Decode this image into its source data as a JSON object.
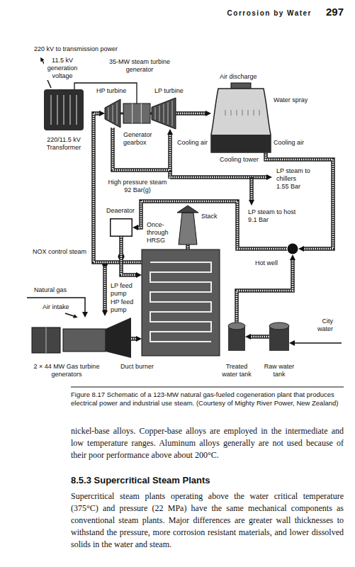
{
  "diagram": {
    "caption": "Figure 8.17 Schematic of a 123-MW natural gas-fueled cogeneration plant that produces electrical power and industrial use steam. (Courtesy of Mighty River Power, New Zealand)",
    "nodes": [
      {
        "text": [
          "220/11.5 kV Transformer"
        ]
      },
      {
        "text": [
          "HP turbine"
        ]
      },
      {
        "text": [
          "Generator gearbox"
        ]
      },
      {
        "text": [
          "LP turbine"
        ]
      },
      {
        "text": [
          "Cooling tower"
        ]
      },
      {
        "text": [
          "Deaerator"
        ]
      },
      {
        "text": [
          "Once-through HRSG"
        ]
      },
      {
        "text": [
          "Stack"
        ]
      },
      {
        "text": [
          "Hot well"
        ]
      },
      {
        "text": [
          "Treated water tank"
        ]
      },
      {
        "text": [
          "Raw water tank"
        ]
      },
      {
        "text": [
          "2 × 44 MW Gas turbine generators"
        ]
      }
    ],
    "edges": [
      {
        "from": 2,
        "to": 0,
        "arrow": "none"
      },
      {
        "from": 6,
        "to": 1,
        "arrow": "to"
      },
      {
        "from": 1,
        "to": 3,
        "arrow": "to"
      },
      {
        "from": 3,
        "to": 4,
        "arrow": "to"
      },
      {
        "from": 4,
        "to": 8,
        "arrow": "to"
      },
      {
        "from": 10,
        "to": 9,
        "arrow": "to"
      },
      {
        "from": 9,
        "to": 8,
        "arrow": "to"
      },
      {
        "from": 8,
        "to": 5,
        "arrow": "to"
      },
      {
        "from": 5,
        "to": 6,
        "arrow": "to"
      },
      {
        "from": 11,
        "to": 6,
        "arrow": "to"
      },
      {
        "from": 6,
        "to": 7,
        "arrow": "none"
      }
    ],
    "labels": [
      "Corrosion by Water",
      "297",
      "220 kV to transmission power",
      "11.5 kV generation voltage",
      "35-MW steam turbine generator",
      "Air discharge",
      "Water spray",
      "Cooling air",
      "Cooling air",
      "LP steam to chillers 1.55 Bar",
      "High pressure steam 92 Bar(g)",
      "LP steam to host 9.1 Bar",
      "NOX control steam",
      "Natural gas",
      "Air intake",
      "LP feed pump",
      "HP feed pump",
      "City water",
      "Duct burner",
      "nickel-base alloys. Copper-base alloys are employed in the intermediate and low temperature ranges. Aluminum alloys generally are not used because of their poor performance above about 200°C.",
      "8.5.3 Supercritical Steam Plants",
      "Supercritical steam plants operating above the water critical temperature (375°C) and pressure (22 MPa) have the same mechanical components as conventional steam plants. Major differences are greater wall thicknesses to withstand the pressure, more corrosion resistant materials, and lower dissolved solids in the water and steam."
    ]
  }
}
